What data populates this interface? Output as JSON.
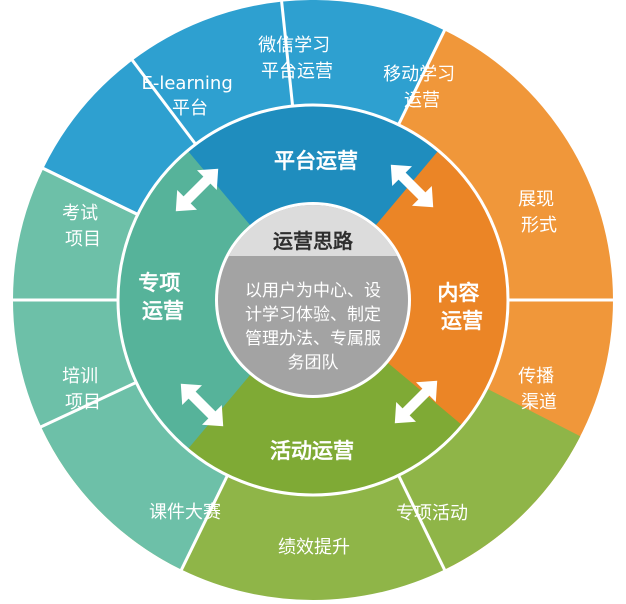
{
  "colors": {
    "blue": "#2EA0D0",
    "blue_dark": "#1F8DBE",
    "orange": "#F0973A",
    "orange_dark": "#EB8526",
    "green": "#8FB548",
    "green_dark": "#7FAA35",
    "teal": "#6DC0A8",
    "teal_dark": "#56B39A",
    "center_gray": "#A3A3A3",
    "center_top": "#DCDCDC"
  },
  "outer_segments": {
    "elearning": [
      "E-learning",
      "平台"
    ],
    "weixin": [
      "微信学习",
      "平台运营"
    ],
    "mobile": [
      "移动学习",
      "运营"
    ],
    "zhanxian": [
      "展现",
      "形式"
    ],
    "chuanbo": [
      "传播",
      "渠道"
    ],
    "zhuanxiang_huodong": [
      "专项活动"
    ],
    "jixiao": [
      "绩效提升"
    ],
    "kejian": [
      "课件大赛"
    ],
    "peixun": [
      "培训",
      "项目"
    ],
    "kaoshi": [
      "考试",
      "项目"
    ]
  },
  "inner_ring": {
    "platform": [
      "平台运营"
    ],
    "content": [
      "内容",
      "运营"
    ],
    "activity": [
      "活动运营"
    ],
    "special": [
      "专项",
      "运营"
    ]
  },
  "center": {
    "title": "运营思路",
    "body": [
      "以用户为中心、设",
      "计学习体验、制定",
      "管理办法、专属服",
      "务团队"
    ]
  },
  "icons": [
    "double-arrow-icon",
    "double-arrow-icon",
    "double-arrow-icon",
    "double-arrow-icon"
  ]
}
